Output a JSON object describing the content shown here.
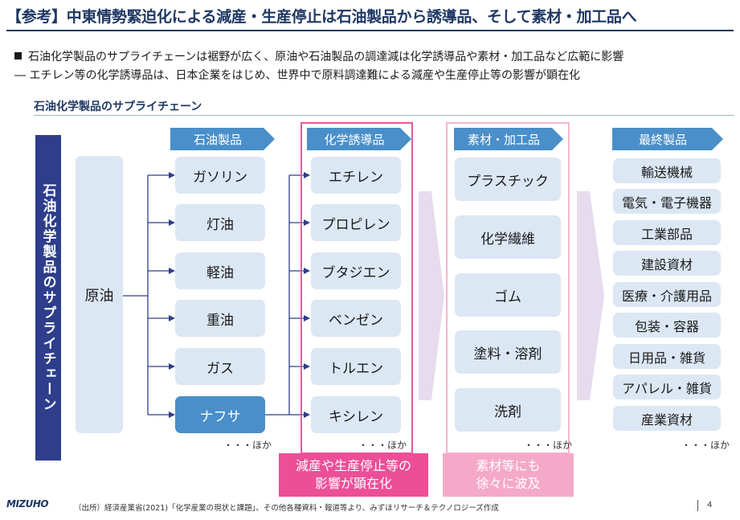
{
  "title": "【参考】中東情勢緊迫化による減産・生産停止は石油製品から誘導品、そして素材・加工品へ",
  "bullets": [
    "石油化学製品のサプライチェーンは裾野が広く、原油や石油製品の調達減は化学誘導品や素材・加工品など広範に影響",
    "― エチレン等の化学誘導品は、日本企業をはじめ、世界中で原料調達難による減産や生産停止等の影響が顕在化"
  ],
  "section_title": "石油化学製品のサプライチェーン",
  "side_label": "石油化学製品のサプライチェーン",
  "crude": "原油",
  "columns": [
    {
      "header": "石油製品",
      "items": [
        "ガソリン",
        "灯油",
        "軽油",
        "重油",
        "ガス",
        "ナフサ"
      ],
      "highlight": "ナフサ",
      "etc": "・・・ほか"
    },
    {
      "header": "化学誘導品",
      "items": [
        "エチレン",
        "プロピレン",
        "ブタジエン",
        "ベンゼン",
        "トルエン",
        "キシレン"
      ],
      "etc": "・・・ほか"
    },
    {
      "header": "素材・加工品",
      "items": [
        "プラスチック",
        "化学繊維",
        "ゴム",
        "塗料・溶剤",
        "洗剤"
      ],
      "etc": "・・・ほか"
    },
    {
      "header": "最終製品",
      "items": [
        "輸送機械",
        "電気・電子機器",
        "工業部品",
        "建設資材",
        "医療・介護用品",
        "包装・容器",
        "日用品・雑貨",
        "アパレル・雑貨",
        "産業資材"
      ],
      "etc": "・・・ほか"
    }
  ],
  "notes": [
    {
      "lines": [
        "減産や生産停止等の",
        "影響が顕在化"
      ],
      "color": "#ec4e97"
    },
    {
      "lines": [
        "素材等にも",
        "徐々に波及"
      ],
      "color": "#f4a9c8"
    }
  ],
  "logo": "MIZUHO",
  "source": "（出所）経済産業省(2021)「化学産業の現状と課題」、その他各種資料・報道等より、みずほリサーチ＆テクノロジーズ作成",
  "page_number": "4"
}
